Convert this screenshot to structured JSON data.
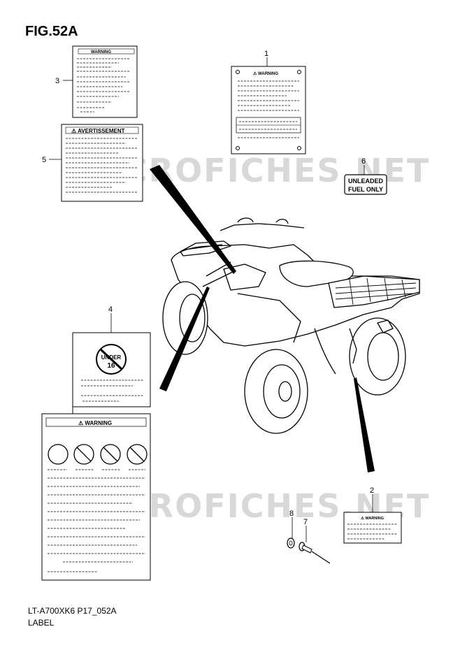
{
  "figure": {
    "title": "FIG.52A",
    "model_code": "LT-A700XK6 P17_052A",
    "caption": "LABEL"
  },
  "watermark": "MICROFICHES.NET",
  "callouts": [
    {
      "number": "1"
    },
    {
      "number": "2"
    },
    {
      "number": "3"
    },
    {
      "number": "4"
    },
    {
      "number": "5"
    },
    {
      "number": "6"
    },
    {
      "number": "7"
    },
    {
      "number": "8"
    }
  ],
  "labels": {
    "warning_1": "WARNING",
    "warning_2": "WARNING",
    "warning_3": "WARNING",
    "avertissement_5": "AVERTISSEMENT",
    "fuel_line1": "UNLEADED",
    "fuel_line2": "FUEL ONLY",
    "under_sign": "UNDER",
    "age_sign": "16",
    "warning_4": "WARNING"
  }
}
